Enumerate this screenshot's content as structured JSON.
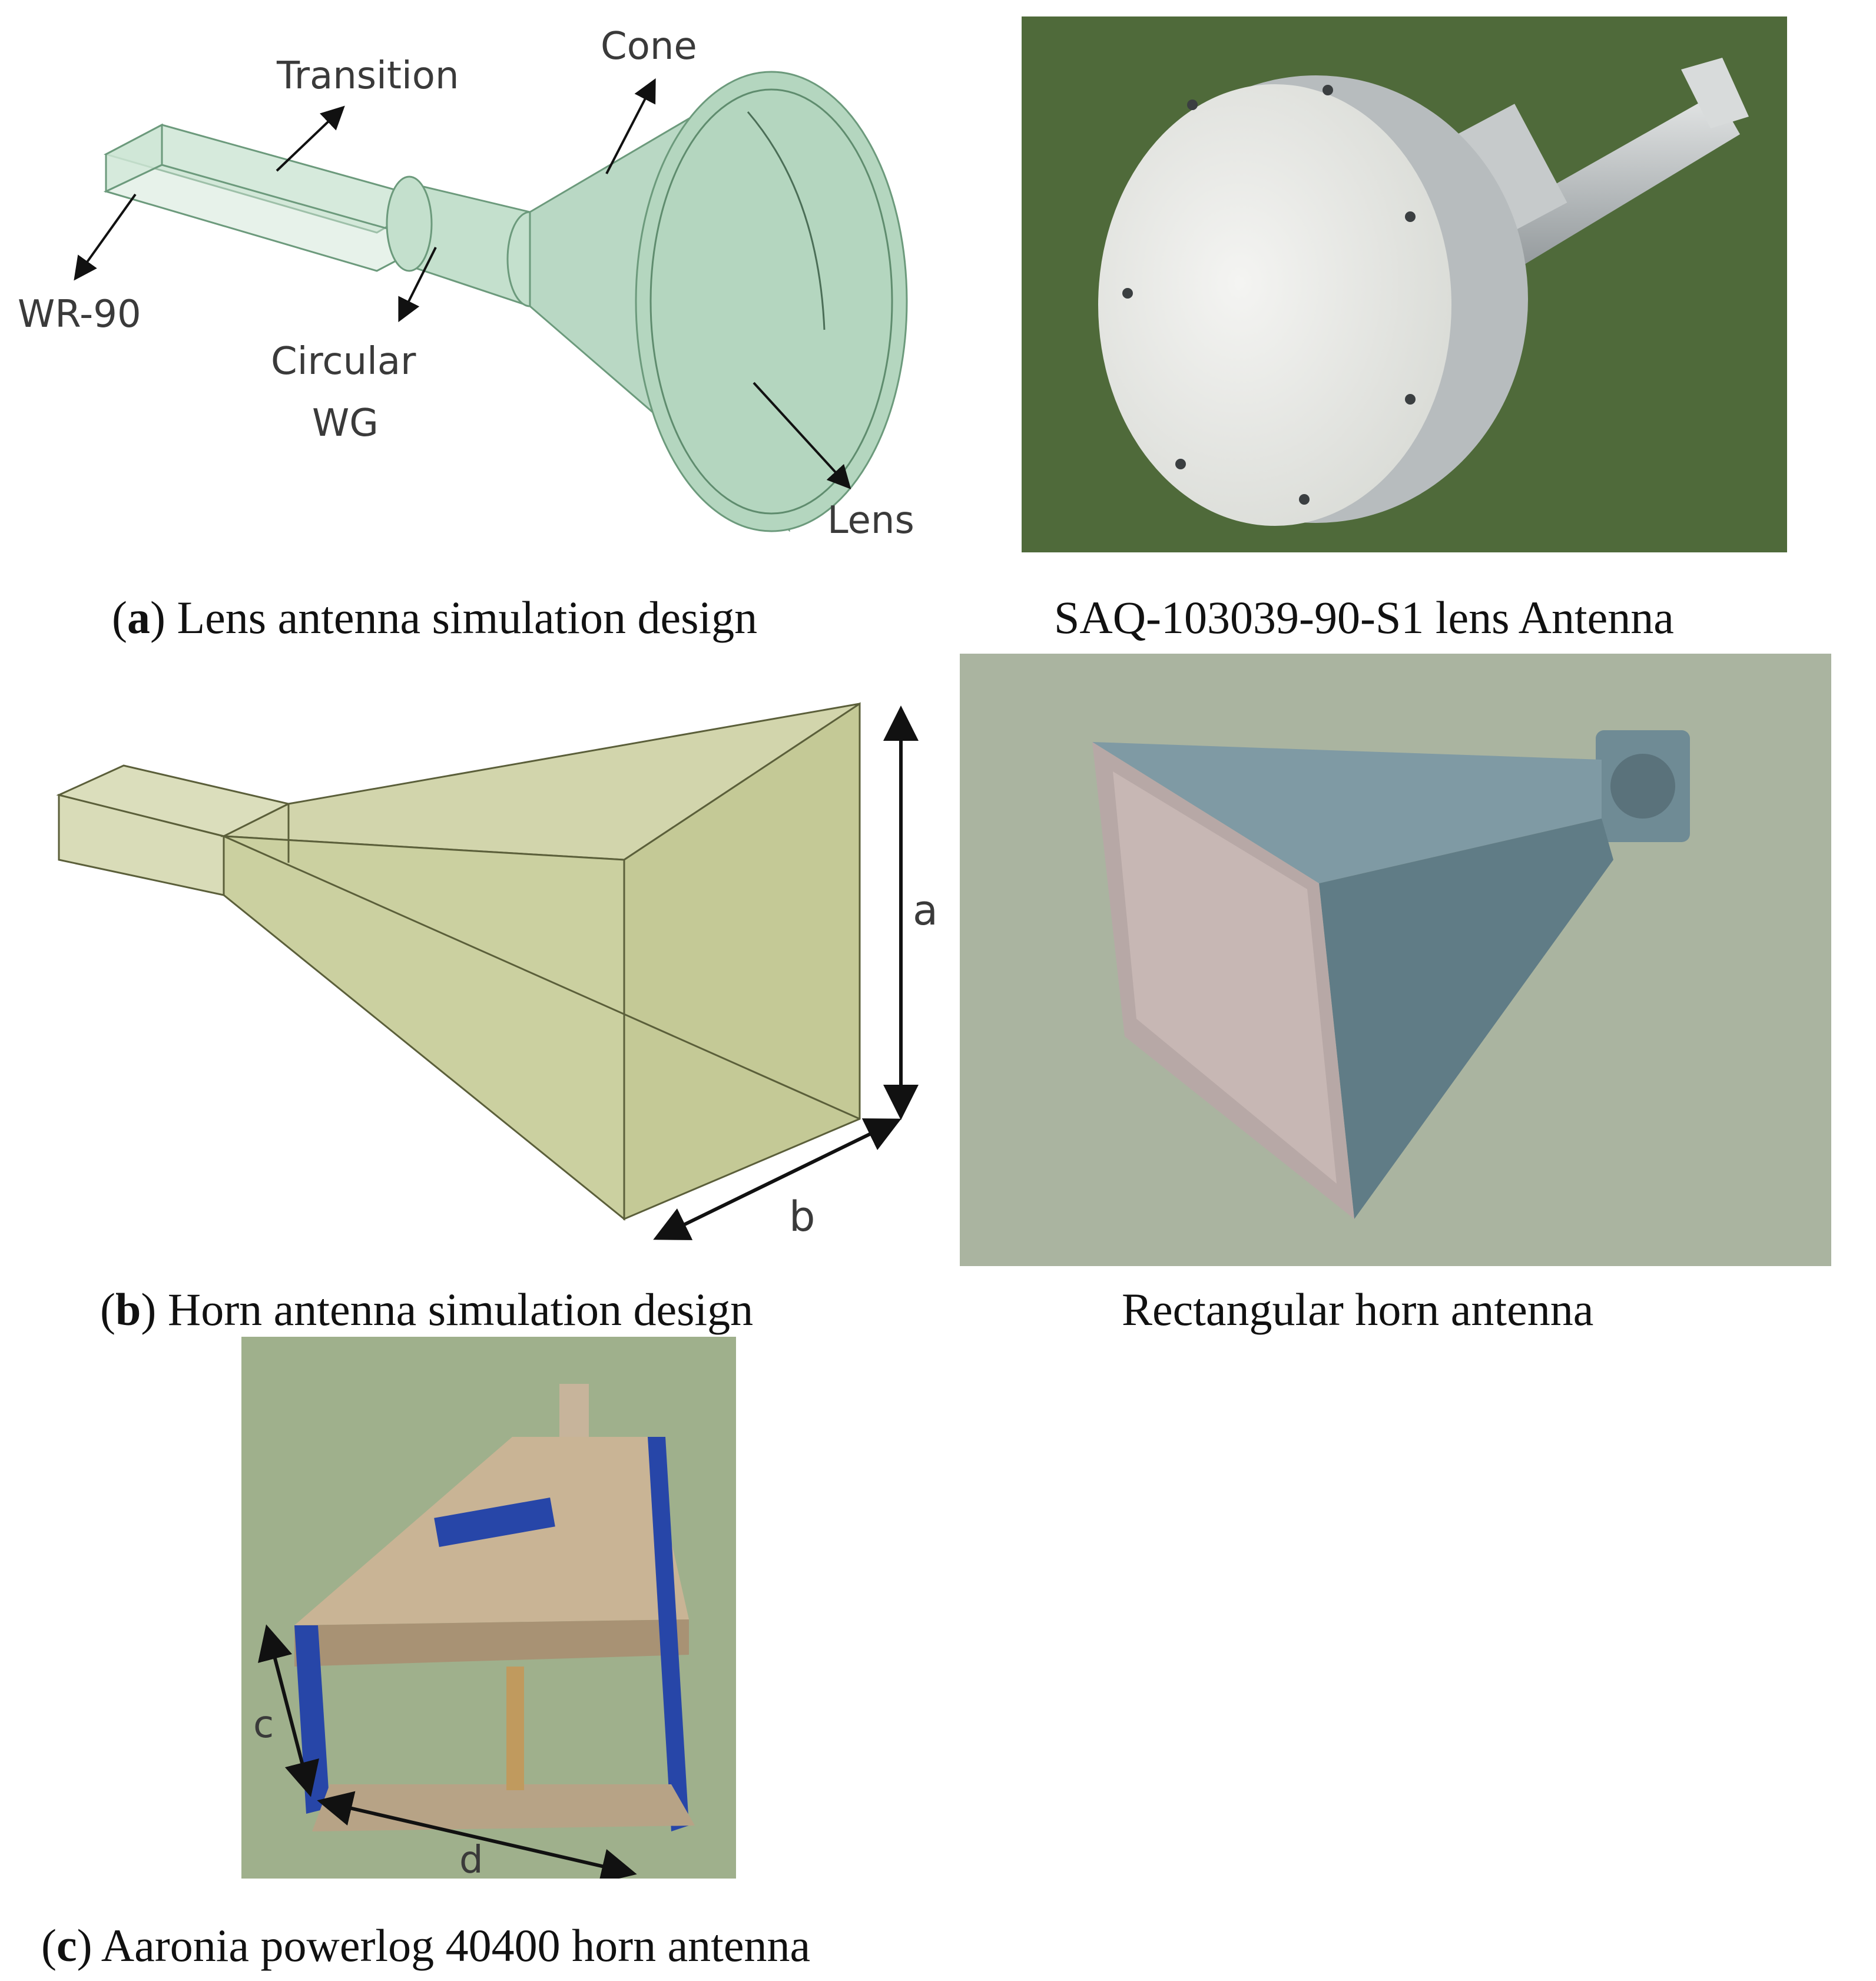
{
  "panel_a": {
    "labels": {
      "transition": "Transition",
      "cone": "Cone",
      "wr90": "WR-90",
      "circular": "Circular",
      "wg": "WG",
      "lens": "Lens"
    },
    "caption_letter": "a",
    "caption_text": "Lens antenna simulation design",
    "photo_caption": "SAQ-103039-90-S1 lens Antenna"
  },
  "panel_b": {
    "labels": {
      "a": "a",
      "b": "b"
    },
    "caption_letter": "b",
    "caption_text": "Horn antenna simulation design",
    "photo_caption": "Rectangular horn antenna"
  },
  "panel_c": {
    "labels": {
      "c": "c",
      "d": "d"
    },
    "caption_letter": "c",
    "caption_text": "Aaronia powerlog 40400 horn antenna"
  },
  "colors": {
    "lens_fill": "#b9d8c4",
    "horn_fill": "#cfd3a6",
    "photo_green": "#4f6a3a",
    "horn_blue": "#6f8b95",
    "aaronia_bg": "#9fb08c",
    "aaronia_blue": "#2746a8"
  }
}
